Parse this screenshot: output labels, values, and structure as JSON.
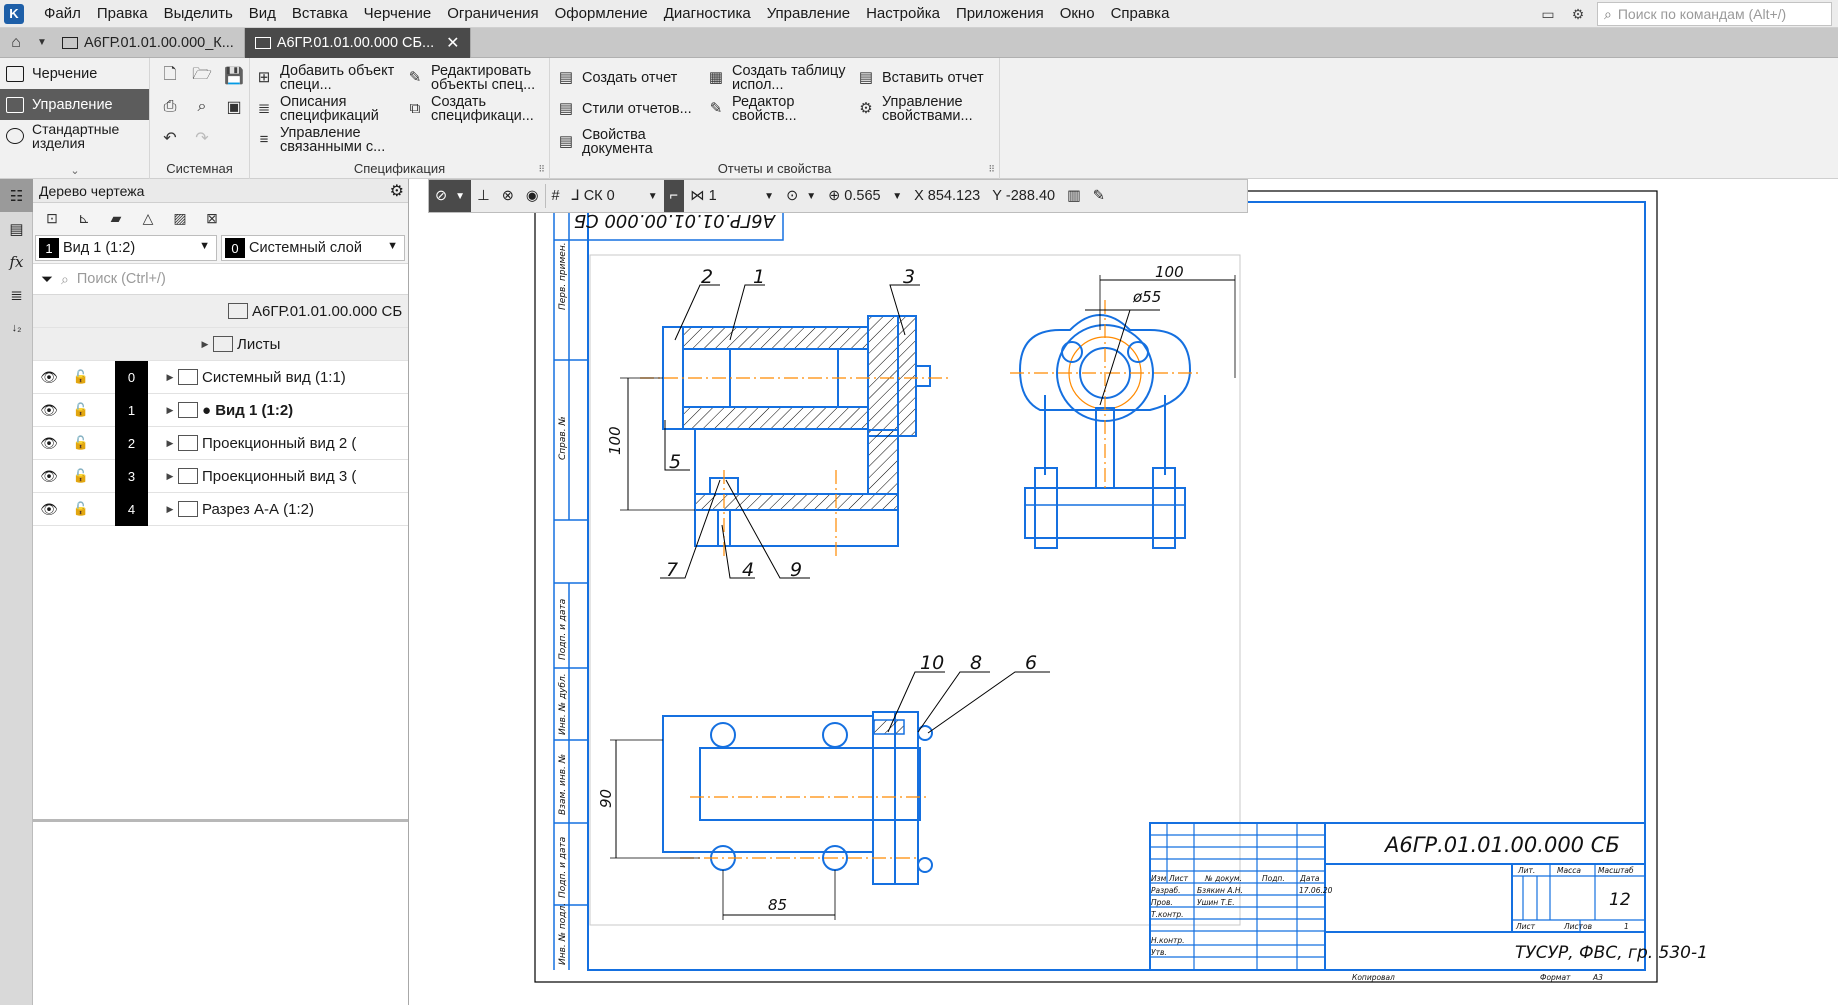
{
  "menu": {
    "items": [
      "Файл",
      "Правка",
      "Выделить",
      "Вид",
      "Вставка",
      "Черчение",
      "Ограничения",
      "Оформление",
      "Диагностика",
      "Управление",
      "Настройка",
      "Приложения",
      "Окно",
      "Справка"
    ],
    "search_placeholder": "Поиск по командам (Alt+/)"
  },
  "tabs": [
    {
      "label": "А6ГР.01.01.00.000_К...",
      "active": false
    },
    {
      "label": "А6ГР.01.01.00.000 СБ...",
      "active": true
    }
  ],
  "ribbon": {
    "modes": [
      "Черчение",
      "Управление",
      "Стандартные изделия"
    ],
    "active_mode": "Управление",
    "groups": {
      "system": "Системная",
      "spec": "Спецификация",
      "reports": "Отчеты и свойства"
    },
    "spec_buttons": {
      "add": "Добавить объект специ...",
      "describe": "Описания спецификаций",
      "manage": "Управление связанными с...",
      "edit": "Редактировать объекты спец...",
      "create": "Создать спецификаци..."
    },
    "report_buttons": {
      "create_report": "Создать отчет",
      "report_styles": "Стили отчетов...",
      "doc_props": "Свойства документа",
      "create_table": "Создать таблицу испол...",
      "props_editor": "Редактор свойств...",
      "insert_report": "Вставить отчет",
      "manage_props": "Управление свойствами..."
    }
  },
  "tree": {
    "title": "Дерево чертежа",
    "view_select": {
      "num": "1",
      "label": "Вид 1 (1:2)"
    },
    "layer_select": {
      "num": "0",
      "label": "Системный слой"
    },
    "search_placeholder": "Поиск (Ctrl+/)",
    "root": "А6ГР.01.01.00.000 СБ",
    "sheets": "Листы",
    "rows": [
      {
        "num": "0",
        "label": "Системный вид (1:1)",
        "bold": false
      },
      {
        "num": "1",
        "label": "● Вид 1 (1:2)",
        "bold": true
      },
      {
        "num": "2",
        "label": "Проекционный вид 2 (",
        "bold": false
      },
      {
        "num": "3",
        "label": "Проекционный вид 3 (",
        "bold": false
      },
      {
        "num": "4",
        "label": "Разрез А-А (1:2)",
        "bold": false
      }
    ]
  },
  "drawing_toolbar": {
    "cs": "СК 0",
    "step": "1",
    "zoom": "0.565",
    "x_label": "X",
    "x": "854.123",
    "y_label": "Y",
    "y": "-288.40"
  },
  "drawing": {
    "stamp_rotated": "А6ГР.01.01.00.000 СБ",
    "designation": "А6ГР.01.01.00.000 СБ",
    "org": "ТУСУР, ФВС, гр. 530-1",
    "sheet_value": "12",
    "balloons": [
      "1",
      "2",
      "3",
      "4",
      "5",
      "6",
      "7",
      "8",
      "9",
      "10"
    ],
    "dims": {
      "d100_vert": "100",
      "d100_horiz": "100",
      "phi55": "ø55",
      "d90": "90",
      "d85": "85"
    },
    "side_labels": [
      "Перв. примен.",
      "Справ. №",
      "Подп. и дата",
      "Инв. № дубл.",
      "Взам. инв. №",
      "Подп. и дата",
      "Инв. № подл."
    ],
    "tb_labels": {
      "izm": "Изм",
      "list": "Лист",
      "ndoc": "№ докум.",
      "podp": "Подп.",
      "data": "Дата",
      "razrab": "Разраб.",
      "prov": "Пров.",
      "tkontr": "Т.контр.",
      "nkontr": "Н.контр.",
      "utv": "Утв.",
      "lit": "Лит.",
      "massa": "Масса",
      "masshtab": "Масштаб",
      "list2": "Лист",
      "listov": "Листов",
      "listov_val": "1",
      "razrab_name": "Бзякин А.Н.",
      "prov_name": "Ушин Т.Е.",
      "date": "17.06.20",
      "kopiroval": "Копировал",
      "format": "Формат",
      "format_val": "А3"
    }
  }
}
